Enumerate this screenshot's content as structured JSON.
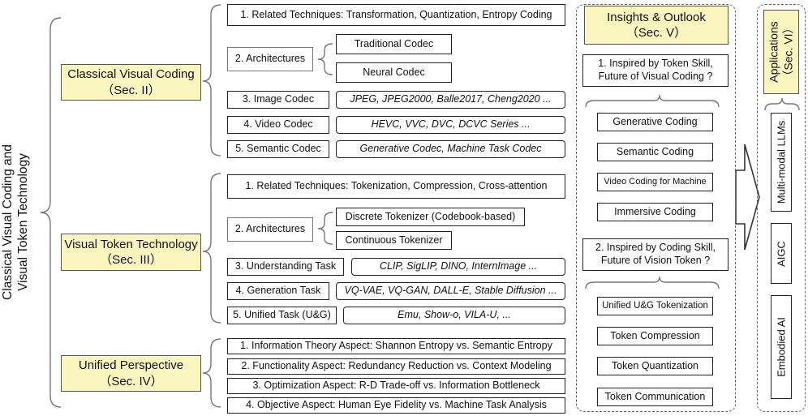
{
  "root_label": [
    "Classical Visual Coding and",
    "Visual Token Technology"
  ],
  "sections": {
    "classical": {
      "title": "Classical Visual Coding",
      "sec": "（Sec. II）"
    },
    "token": {
      "title": "Visual Token Technology",
      "sec": "（Sec. III）"
    },
    "unified": {
      "title": "Unified Perspective",
      "sec": "（Sec. IV）"
    }
  },
  "classical_items": {
    "related": "1. Related Techniques: Transformation, Quantization, Entropy Coding",
    "arch": "2. Architectures",
    "arch_sub": [
      "Traditional Codec",
      "Neural Codec"
    ],
    "image": {
      "label": "3. Image Codec",
      "examples": "JPEG, JPEG2000, Balle2017, Cheng2020 ..."
    },
    "video": {
      "label": "4. Video Codec",
      "examples": "HEVC, VVC, DVC, DCVC Series ..."
    },
    "semantic": {
      "label": "5. Semantic Codec",
      "examples": "Generative Codec, Machine Task Codec"
    }
  },
  "token_items": {
    "related": "1. Related Techniques: Tokenization, Compression, Cross-attention",
    "arch": "2. Architectures",
    "arch_sub": [
      "Discrete Tokenizer (Codebook-based)",
      "Continuous Tokenizer"
    ],
    "understanding": {
      "label": "3. Understanding Task",
      "examples": "CLIP, SigLIP, DINO, InternImage ..."
    },
    "generation": {
      "label": "4. Generation Task",
      "examples": "VQ-VAE, VQ-GAN, DALL-E, Stable Diffusion ..."
    },
    "unified": {
      "label": "5. Unified Task (U&G)",
      "examples": "Emu, Show-o, VILA-U, ..."
    }
  },
  "unified_items": [
    "1. Information Theory Aspect:   Shannon Entropy vs. Semantic Entropy",
    "2. Functionality Aspect:   Redundancy Reduction vs. Context Modeling",
    "3. Optimization Aspect:   R-D Trade-off vs. Information Bottleneck",
    "4. Objective Aspect:   Human Eye Fidelity vs. Machine Task Analysis"
  ],
  "insights": {
    "title": "Insights & Outlook",
    "sec": "（Sec. V）",
    "q1": [
      "1. Inspired by Token Skill,",
      "Future of Visual Coding ?"
    ],
    "coding": [
      "Generative Coding",
      "Semantic Coding",
      "Video Coding for Machine",
      "Immersive Coding"
    ],
    "q2": [
      "2. Inspired by Coding Skill,",
      "Future of Vision Token ?"
    ],
    "token": [
      "Unified U&G Tokenization",
      "Token Compression",
      "Token Quantization",
      "Token Communication"
    ]
  },
  "applications": {
    "title": "Applications",
    "sec": "（Sec. VI）",
    "items": [
      "Multi-modal  LLMs",
      "AIGC",
      "Embodied  AI"
    ]
  }
}
